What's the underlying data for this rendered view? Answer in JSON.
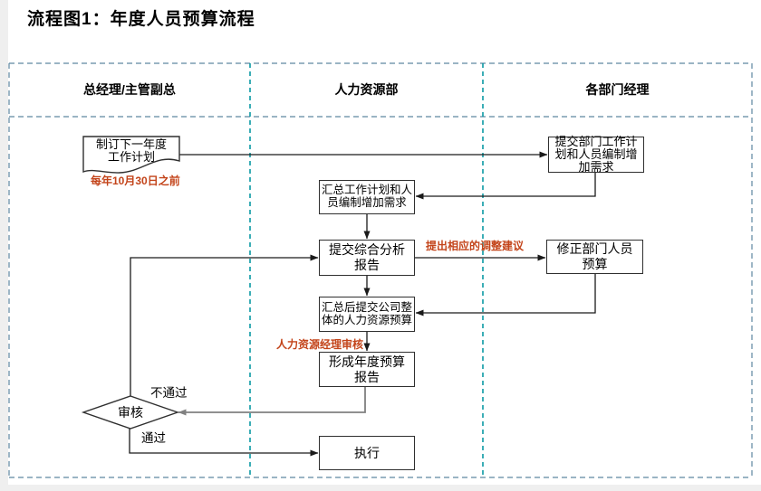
{
  "title": "流程图1：年度人员预算流程",
  "lanes": [
    {
      "label": "总经理/主管副总"
    },
    {
      "label": "人力资源部"
    },
    {
      "label": "各部门经理"
    }
  ],
  "nodes": {
    "plan_doc": "制订下一年度\n工作计划",
    "submit_dept": "提交部门工作计\n划和人员编制增\n加需求",
    "summarize": "汇总工作计划和人\n员编制增加需求",
    "submit_report": "提交综合分析\n报告",
    "revise_budget": "修正部门人员\n预算",
    "submit_overall": "汇总后提交公司整\n体的人力资源预算",
    "form_report": "形成年度预算\n报告",
    "review": "审核",
    "execute": "执行"
  },
  "labels": {
    "deadline": "每年10月30日之前",
    "suggestion": "提出相应的调整建议",
    "hr_review": "人力资源经理审核",
    "not_pass": "不通过",
    "pass": "通过"
  },
  "colors": {
    "lane_divider": "#0b99a4",
    "frame": "#5d87a1",
    "annotation": "#c3441a",
    "connector": "#1a1a1a",
    "connector_grey": "#808080"
  }
}
